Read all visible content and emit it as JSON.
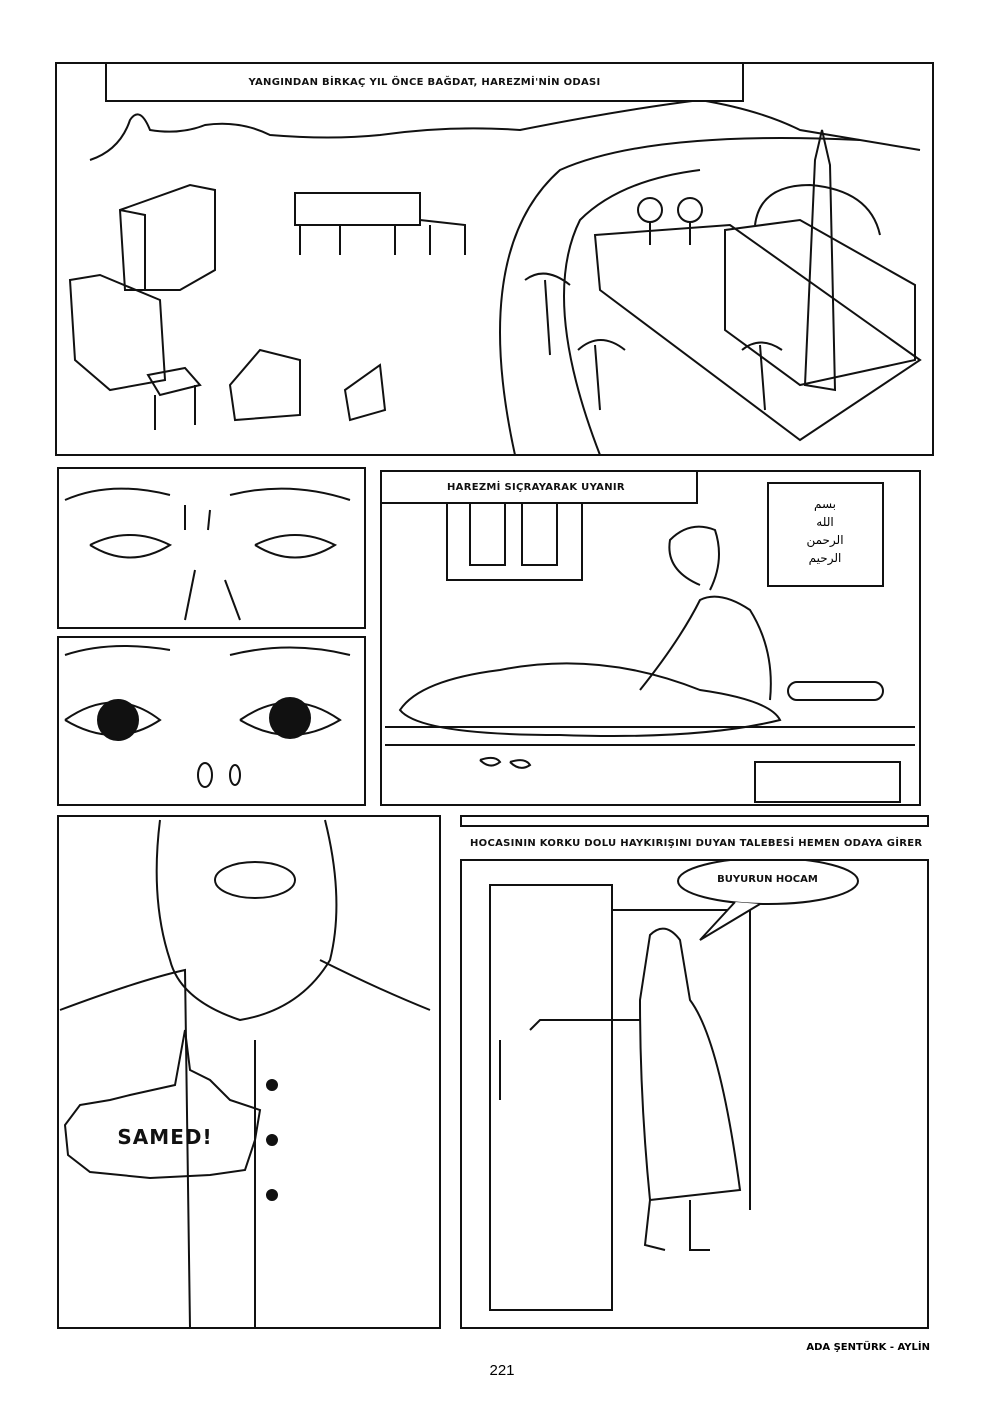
{
  "panels": {
    "establishing": {
      "caption": "YANGINDAN BİRKAÇ YIL ÖNCE BAĞDAT, HAREZMİ'NİN ODASI"
    },
    "waking": {
      "caption": "HAREZMİ SIÇRAYARAK UYANIR",
      "calligraphy": [
        "بسم",
        "الله",
        "الرحمن",
        "الرحيم"
      ]
    },
    "shout": {
      "speech": "SAMED!"
    },
    "student": {
      "caption": "HOCASININ KORKU DOLU HAYKIRIŞINI DUYAN TALEBESİ HEMEN ODAYA GİRER",
      "speech": "BUYURUN HOCAM"
    }
  },
  "footer": {
    "credits": "ADA ŞENTÜRK - AYLİN",
    "page_number": "221"
  }
}
